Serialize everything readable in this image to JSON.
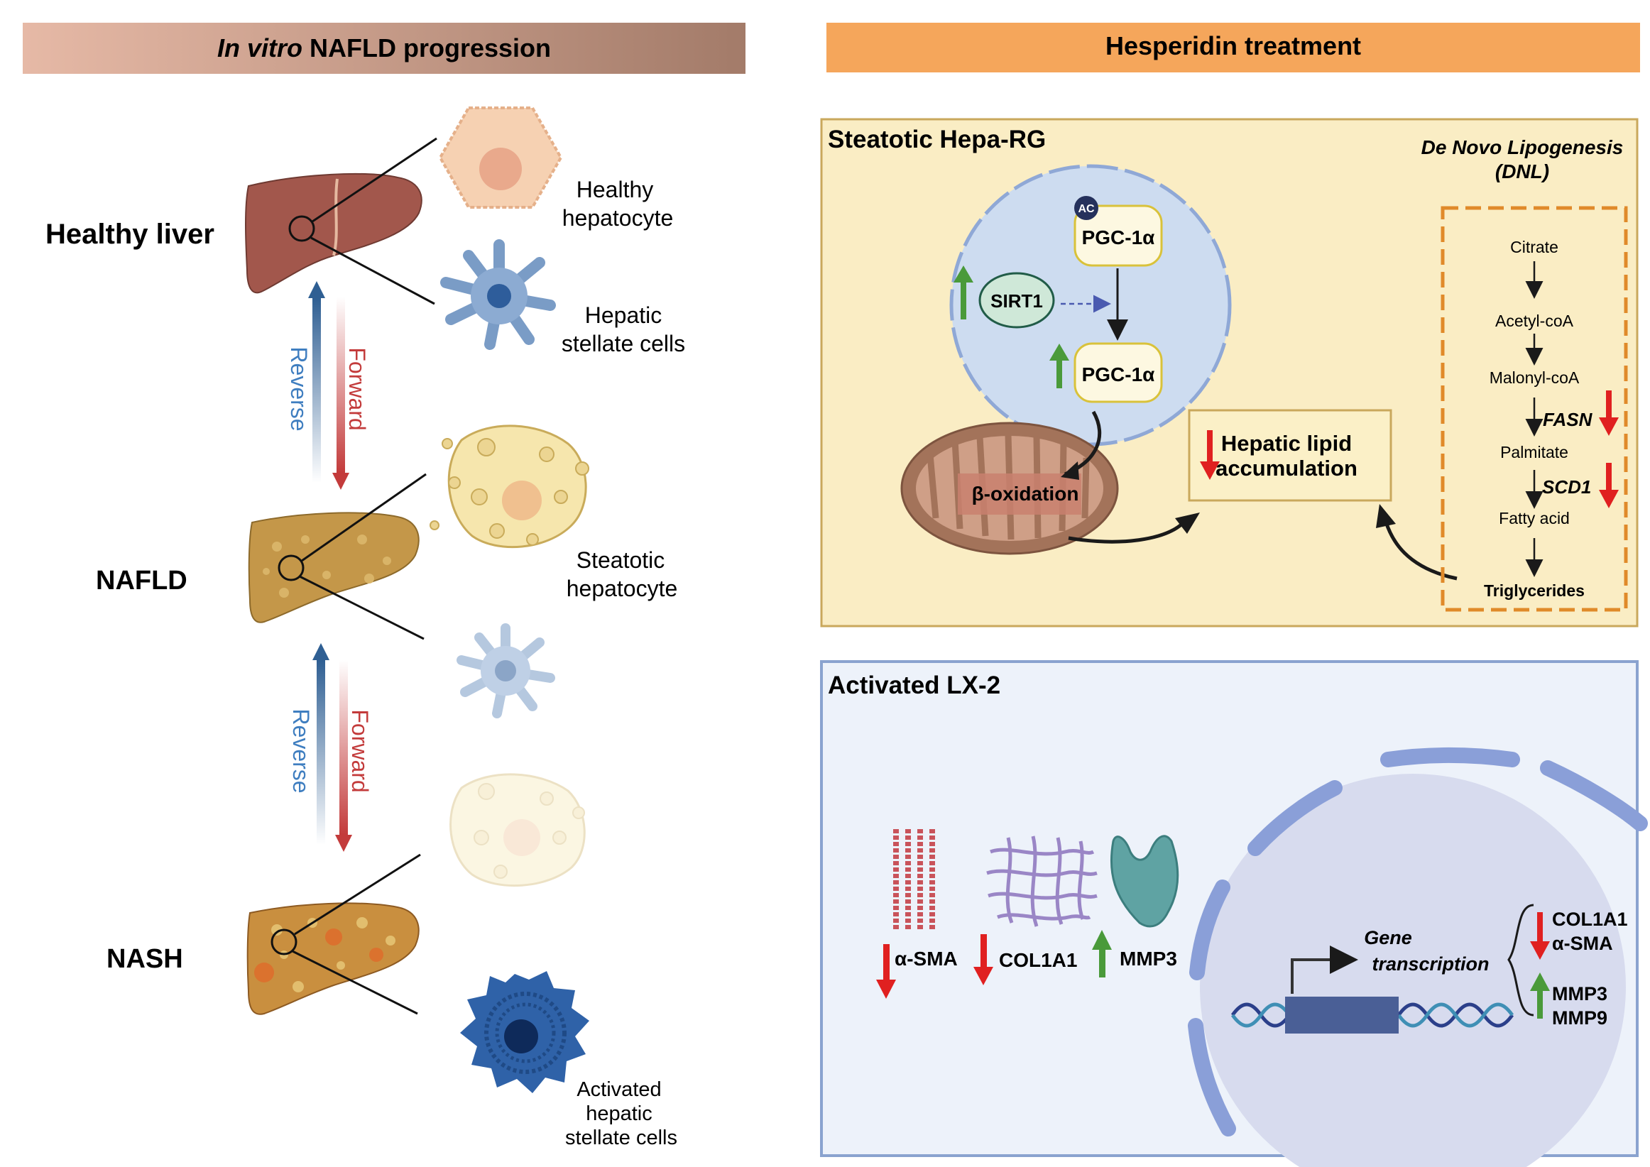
{
  "left_panel": {
    "header": {
      "italic": "In vitro",
      "rest": " NAFLD progression"
    },
    "stages": {
      "healthy": "Healthy liver",
      "nafld": "NAFLD",
      "nash": "NASH"
    },
    "cells": {
      "healthy_hep_1": "Healthy",
      "healthy_hep_2": "hepatocyte",
      "hsc_1": "Hepatic",
      "hsc_2": "stellate cells",
      "steatotic_1": "Steatotic",
      "steatotic_2": "hepatocyte",
      "activated_1": "Activated",
      "activated_2": "hepatic",
      "activated_3": "stellate cells"
    },
    "arrows": {
      "reverse": "Reverse",
      "forward": "Forward"
    }
  },
  "right_panel": {
    "header": "Hesperidin treatment",
    "hepa": {
      "title": "Steatotic Hepa-RG",
      "dnl_1": "De Novo Lipogenesis",
      "dnl_2": "(DNL)",
      "ac": "AC",
      "pgc_top": "PGC-1α",
      "pgc_bottom": "PGC-1α",
      "sirt1": "SIRT1",
      "beta_ox": "β-oxidation",
      "lipid_1": "Hepatic lipid",
      "lipid_2": "accumulation",
      "pathway": [
        "Citrate",
        "Acetyl-coA",
        "Malonyl-coA",
        "Palmitate",
        "Fatty acid",
        "Triglycerides"
      ],
      "fasn": "FASN",
      "scd1": "SCD1"
    },
    "lx2": {
      "title": "Activated LX-2",
      "markers": {
        "asma": "α-SMA",
        "col1a1": "COL1A1",
        "mmp3": "MMP3"
      },
      "gene_1": "Gene",
      "gene_2": "transcription",
      "down_1": "COL1A1",
      "down_2": "α-SMA",
      "up_1": "MMP3",
      "up_2": "MMP9"
    }
  },
  "colors": {
    "left_header_start": "#e6b9a6",
    "left_header_end": "#a37b69",
    "right_header": "#f5a65b",
    "hepa_bg": "#faedc4",
    "lx2_bg": "#edf2fa",
    "up_arrow": "#4a9a3a",
    "down_arrow": "#e02020"
  }
}
